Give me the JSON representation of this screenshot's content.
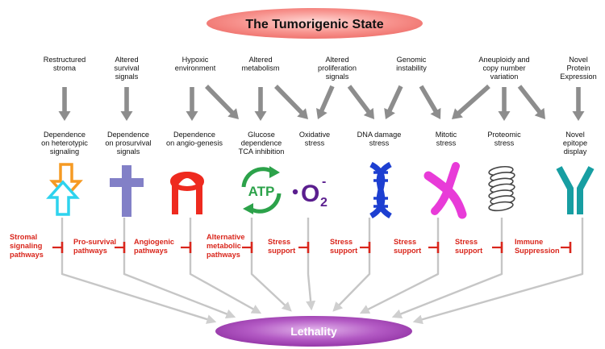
{
  "title": "The Tumorigenic State",
  "bottom_label": "Lethality",
  "colors": {
    "title_ellipse": "#f47a76",
    "lethality_ellipse": "#a23fb2",
    "inhibitor_red": "#d9261c",
    "arrow_gray": "#8d8d8d",
    "line_gray": "#c6c6c6"
  },
  "causes": [
    [
      "Restructured",
      "stroma"
    ],
    [
      "Altered",
      "survival",
      "signals"
    ],
    [
      "Hypoxic",
      "environment"
    ],
    [
      "Altered",
      "metabolism"
    ],
    [
      "Altered",
      "proliferation",
      "signals"
    ],
    [
      "Genomic",
      "instability"
    ],
    [
      "Aneuploidy and",
      "copy number",
      "variation"
    ],
    [
      "Novel",
      "Protein",
      "Expression"
    ]
  ],
  "dependencies": [
    [
      "Dependence",
      "on heterotypic",
      "signaling"
    ],
    [
      "Dependence",
      "on prosurvival",
      "signals"
    ],
    [
      "Dependence",
      "on angio-genesis"
    ],
    [
      "Glucose",
      "dependence",
      "TCA inhibition"
    ],
    [
      "Oxidative",
      "stress"
    ],
    [
      "DNA damage",
      "stress"
    ],
    [
      "Mitotic",
      "stress"
    ],
    [
      "Proteomic",
      "stress"
    ],
    [
      "Novel",
      "epitope",
      "display"
    ]
  ],
  "icons": [
    {
      "name": "heterotypic-arrows-icon",
      "label": ""
    },
    {
      "name": "cross-icon",
      "label": ""
    },
    {
      "name": "blood-vessel-icon",
      "label": ""
    },
    {
      "name": "atp-cycle-icon",
      "label": "ATP"
    },
    {
      "name": "superoxide-icon",
      "label": "O",
      "sub": "2",
      "sup": "-"
    },
    {
      "name": "dna-helix-icon",
      "label": ""
    },
    {
      "name": "chromosome-icon",
      "label": ""
    },
    {
      "name": "protein-coil-icon",
      "label": ""
    },
    {
      "name": "antibody-icon",
      "label": ""
    }
  ],
  "interventions": [
    [
      "Stromal",
      "signaling",
      "pathways"
    ],
    [
      "Pro-survival",
      "pathways"
    ],
    [
      "Angiogenic",
      "pathways"
    ],
    [
      "Alternative",
      "metabolic",
      "pathways"
    ],
    [
      "Stress",
      "support"
    ],
    [
      "Stress",
      "support"
    ],
    [
      "Stress",
      "support"
    ],
    [
      "Stress",
      "support"
    ],
    [
      "Immune",
      "Suppression"
    ]
  ]
}
